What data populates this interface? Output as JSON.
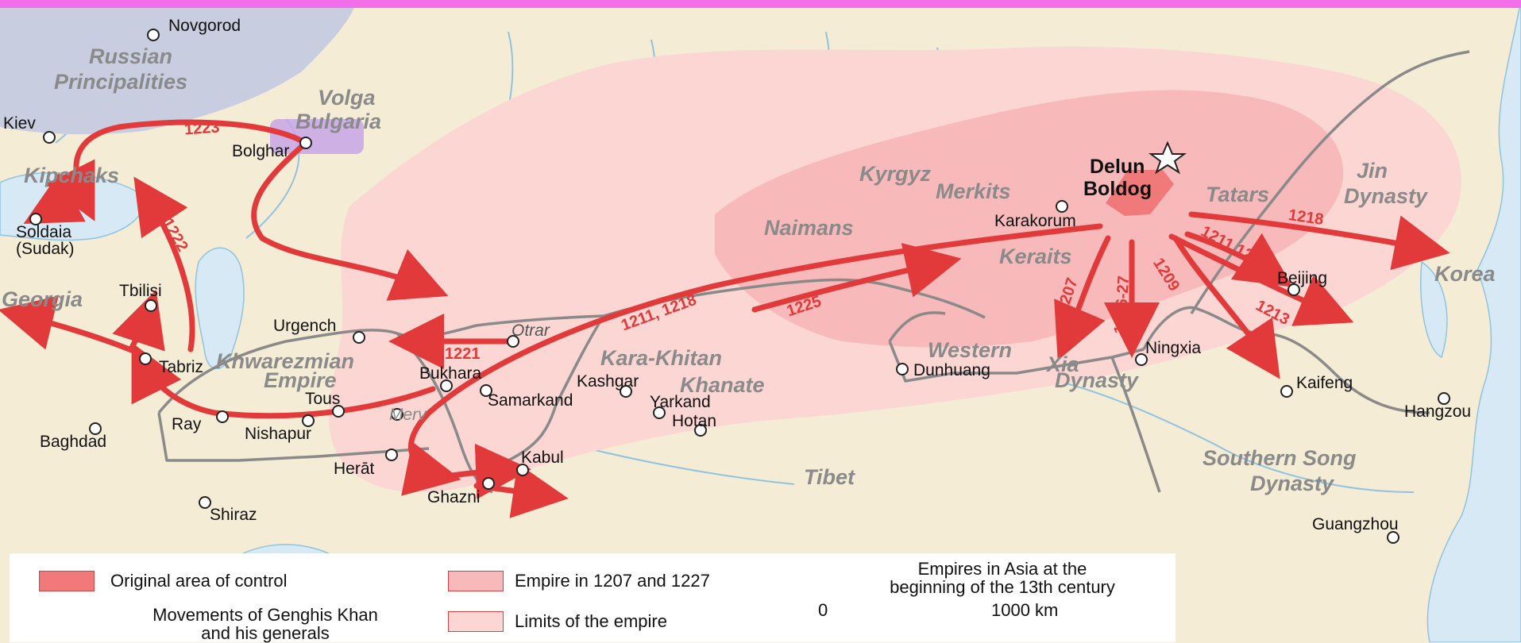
{
  "colors": {
    "land": "#f5ecd6",
    "water": "#d6e9f4",
    "river": "#8fc3e0",
    "original_area": "#f07a7a",
    "empire_1207_1227": "#f7b9b9",
    "empire_limits": "#fbd6d3",
    "russia": "#c9cde0",
    "volga_bulgaria": "#c7a6e6",
    "arrow": "#e23a3a",
    "border": "#8a8a8a",
    "topbar": "#f36fe9"
  },
  "regions": {
    "russian": "Russian",
    "principalities": "Principalities",
    "volga": "Volga",
    "bulgaria": "Bulgaria",
    "kipchaks": "Kipchaks",
    "georgia": "Georgia",
    "khwarezmian": "Khwarezmian",
    "empire": "Empire",
    "kara_khitan": "Kara-Khitan",
    "khanate": "Khanate",
    "naimans": "Naimans",
    "kyrgyz": "Kyrgyz",
    "merkits": "Merkits",
    "keraits": "Keraits",
    "tatars": "Tatars",
    "jin": "Jin",
    "dynasty_jin": "Dynasty",
    "korea": "Korea",
    "western": "Western",
    "xia": "Xia",
    "dynasty_xia": "Dynasty",
    "tibet": "Tibet",
    "southern_song": "Southern Song",
    "dynasty_song": "Dynasty"
  },
  "cities": {
    "novgorod": "Novgorod",
    "kiev": "Kiev",
    "bolghar": "Bolghar",
    "soldaia": "Soldaia",
    "sudak": "(Sudak)",
    "tbilisi": "Tbilisi",
    "tabriz": "Tabriz",
    "baghdad": "Baghdad",
    "ray": "Ray",
    "nishapur": "Nishapur",
    "tous": "Tous",
    "merv": "Merv",
    "bukhara": "Bukhara",
    "samarkand": "Samarkand",
    "urgench": "Urgench",
    "otrar": "Otrar",
    "herat": "Herāt",
    "kabul": "Kabul",
    "ghazni": "Ghazni",
    "shiraz": "Shiraz",
    "kashgar": "Kashgar",
    "yarkand": "Yarkand",
    "hotan": "Hotan",
    "dunhuang": "Dunhuang",
    "ningxia": "Ningxia",
    "kaifeng": "Kaifeng",
    "beijing": "Beijing",
    "hangzou": "Hangzou",
    "guangzhou": "Guangzhou",
    "karakorum": "Karakorum",
    "delun": "Delun",
    "boldog": "Boldog"
  },
  "campaign_years": {
    "y1223": "1223",
    "y1222": "1222",
    "y1221": "1221",
    "y1211_1218": "1211, 1218",
    "y1225": "1225",
    "y1207": "1207",
    "y1226_27": "1226-27",
    "y1209": "1209",
    "y1211_1215": "1211,1215",
    "y1213": "1213",
    "y1218": "1218"
  },
  "legend": {
    "original_area": "Original area of control",
    "empire_1207_1227": "Empire in 1207 and 1227",
    "borders_line1": "Empires in Asia at the",
    "borders_line2": "beginning of the 13th century",
    "movements_line1": "Movements of Genghis Khan",
    "movements_line2": "and his generals",
    "limits": "Limits of the empire",
    "scale_start": "0",
    "scale_end": "1000 km"
  }
}
